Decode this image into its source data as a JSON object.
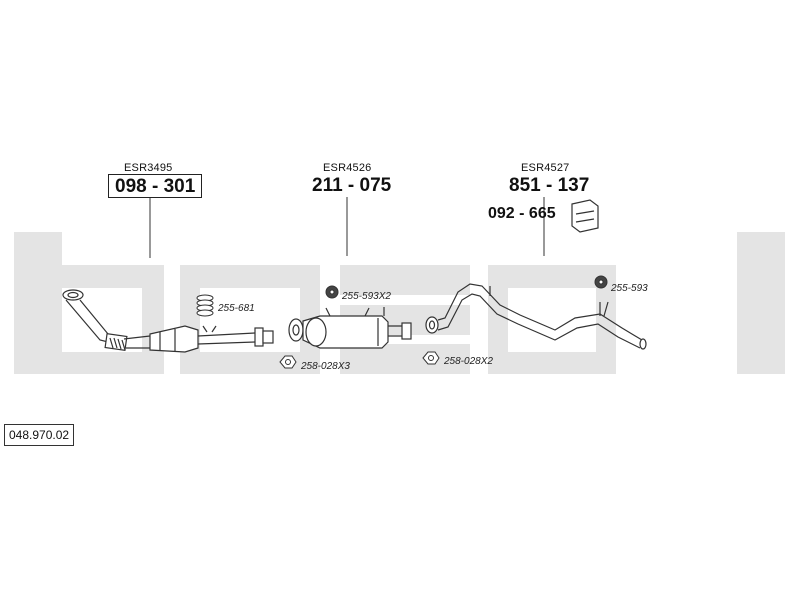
{
  "assemblies": [
    {
      "esr": "ESR3495",
      "part": "098 - 301",
      "boxed": true
    },
    {
      "esr": "ESR4526",
      "part": "211 - 075",
      "boxed": false
    },
    {
      "esr": "ESR4527",
      "part": "851 - 137",
      "boxed": false
    }
  ],
  "bracket_part": "092 - 665",
  "small_parts": [
    {
      "code": "255-681"
    },
    {
      "code": "255-593X2"
    },
    {
      "code": "258-028X3"
    },
    {
      "code": "258-028X2"
    },
    {
      "code": "255-593"
    }
  ],
  "reference_code": "048.970.02",
  "watermark": "bosal",
  "colors": {
    "watermark": "#e4e4e4",
    "line": "#333333"
  }
}
